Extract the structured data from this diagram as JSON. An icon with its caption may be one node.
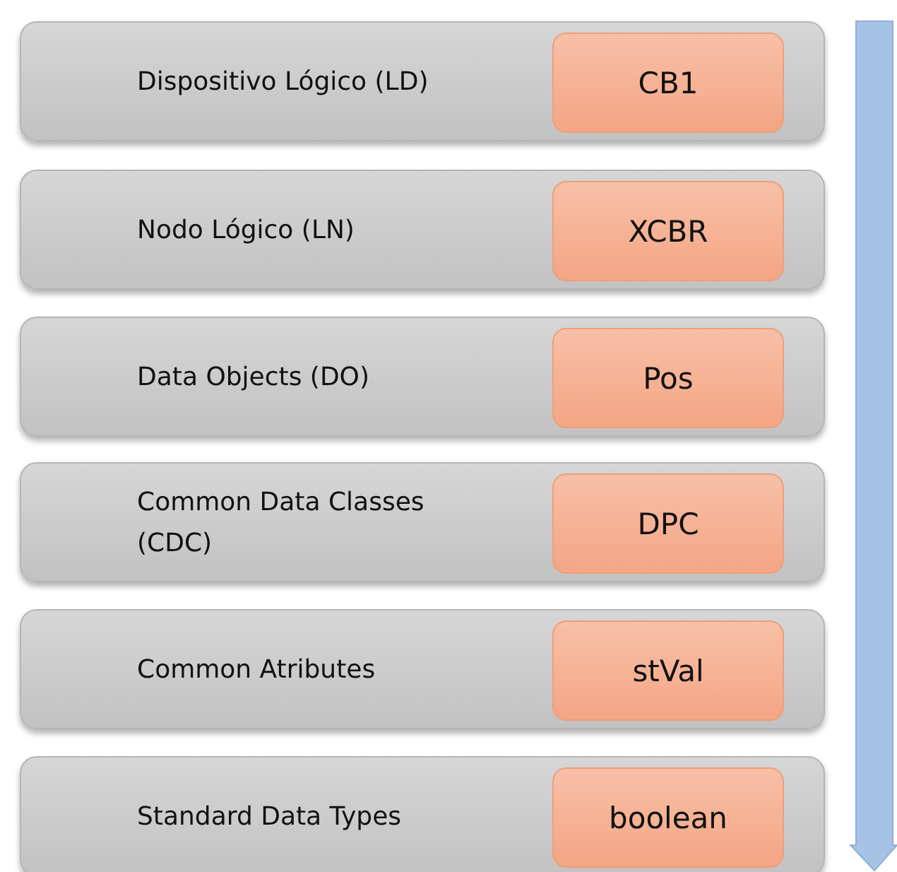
{
  "diagram": {
    "nodes": [
      {
        "text": [
          "Dispositivo Lógico (LD)"
        ]
      },
      {
        "text": [
          "CB1"
        ],
        "in": 0
      },
      {
        "text": [
          "Nodo Lógico (LN)"
        ]
      },
      {
        "text": [
          "XCBR"
        ],
        "in": 2
      },
      {
        "text": [
          "Data Objects (DO)"
        ]
      },
      {
        "text": [
          "Pos"
        ],
        "in": 4
      },
      {
        "text": [
          "Common Data Classes (CDC)"
        ]
      },
      {
        "text": [
          "DPC"
        ],
        "in": 6
      },
      {
        "text": [
          "Common Atributes"
        ]
      },
      {
        "text": [
          "stVal"
        ],
        "in": 8
      },
      {
        "text": [
          "Standard Data Types"
        ]
      },
      {
        "text": [
          "boolean"
        ],
        "in": 10
      }
    ]
  }
}
